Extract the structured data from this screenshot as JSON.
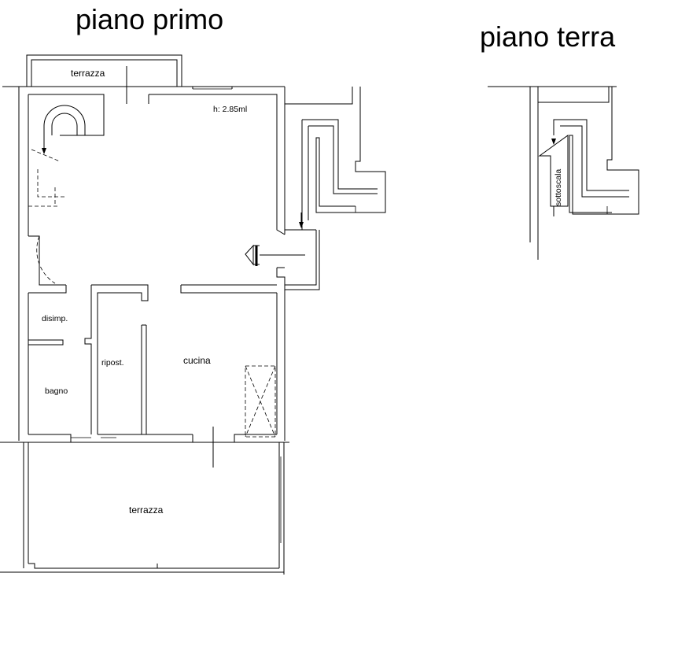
{
  "floor_first": {
    "title": "piano primo",
    "height_note": "h: 2.85ml",
    "rooms": {
      "terrace_top": "terrazza",
      "disimp": "disimp.",
      "ripost": "ripost.",
      "cucina": "cucina",
      "bagno": "bagno",
      "terrace_bottom": "terrazza"
    }
  },
  "floor_ground": {
    "title": "piano terra",
    "rooms": {
      "sottoscala": "sottoscala"
    }
  }
}
